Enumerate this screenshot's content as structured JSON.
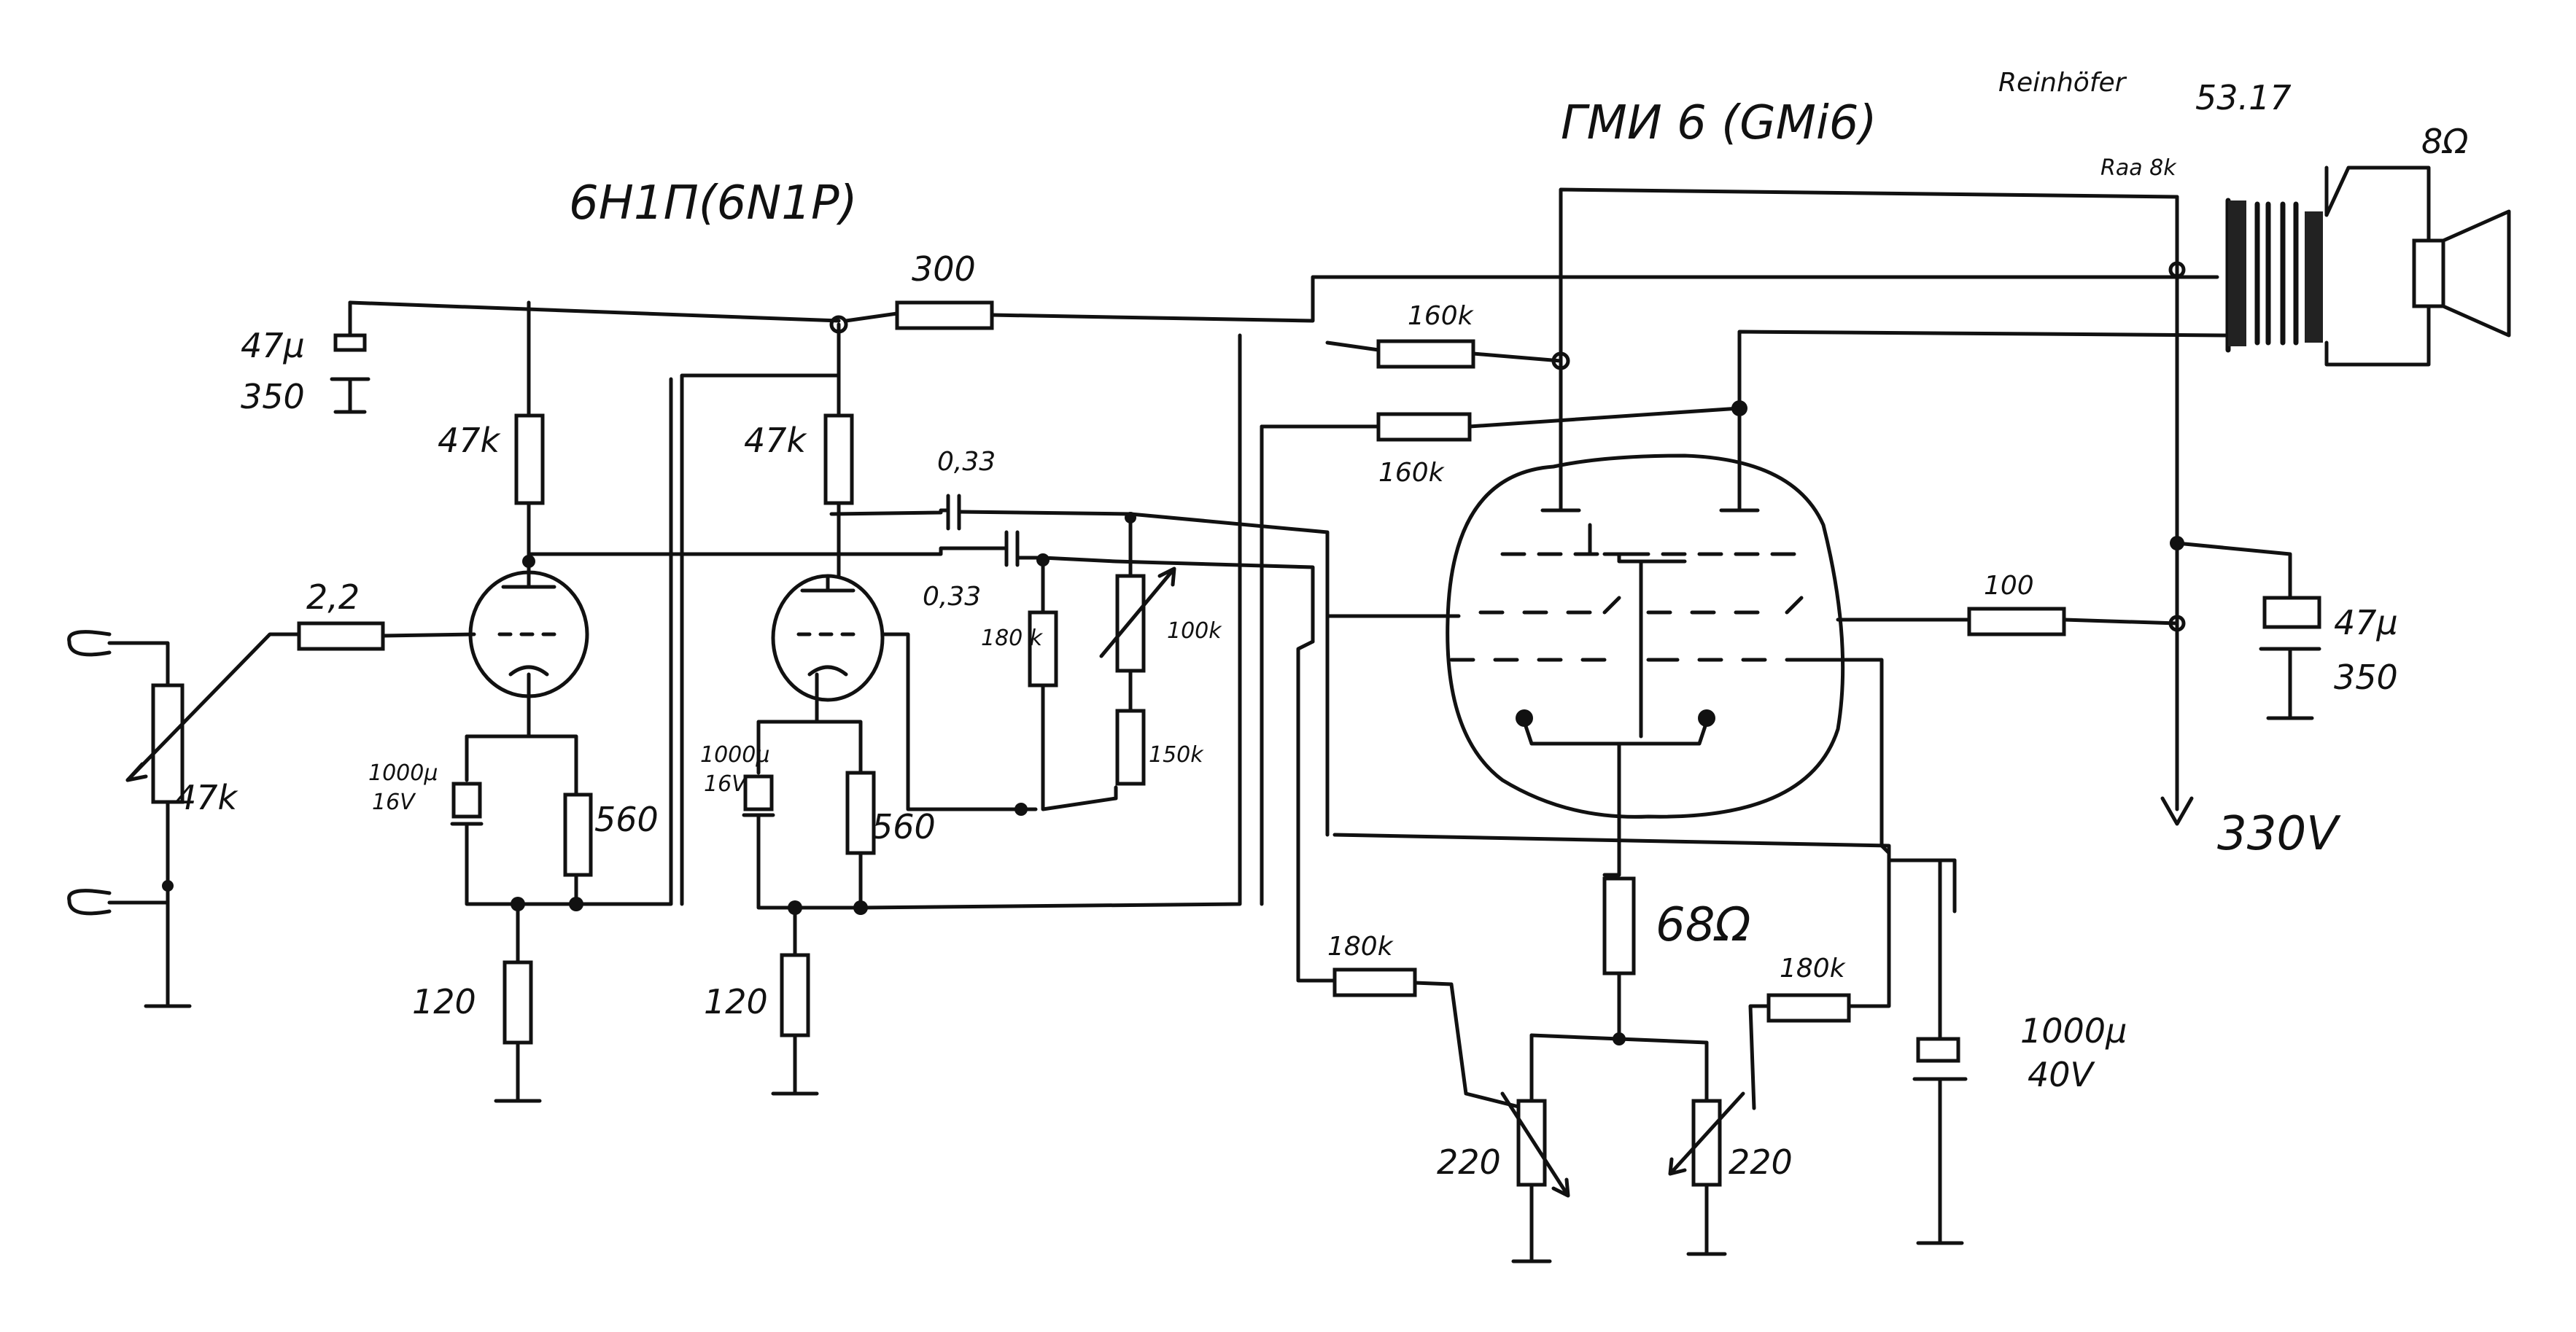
{
  "titles": {
    "tube1": "6H1П(6N1P)",
    "tube2": "ГМИ 6 (GMi6)",
    "author": "Reinhöfer",
    "number": "53.17"
  },
  "labels": {
    "r_grid": "2,2",
    "pot_in": "47k",
    "r_plate1": "47k",
    "r_plate2": "47k",
    "r_couple": "300",
    "cap_filter1": "47μ",
    "cap_filter1_v": "350",
    "cap_c1": "0,33",
    "cap_c2": "0,33",
    "r_grid2": "180 k",
    "pot_fb": "100k",
    "r_fb": "150k",
    "cap_k1": "1000μ",
    "cap_k1_v": "16V",
    "r_k1": "560",
    "r_k1b": "120",
    "cap_k2": "1000μ",
    "cap_k2_v": "16V",
    "r_k2": "560",
    "r_k2b": "120",
    "r_g2a": "160k",
    "r_g2b": "160k",
    "r_g2c": "100",
    "cap_filter2": "47μ",
    "cap_filter2_v": "350",
    "supply": "330V",
    "r_cath": "68Ω",
    "r_bias1": "180k",
    "r_bias2": "180k",
    "pot_bias1": "220",
    "pot_bias2": "220",
    "cap_cath": "1000μ",
    "cap_cath_v": "40V",
    "transformer": "Raa 8k",
    "speaker": "8Ω"
  }
}
